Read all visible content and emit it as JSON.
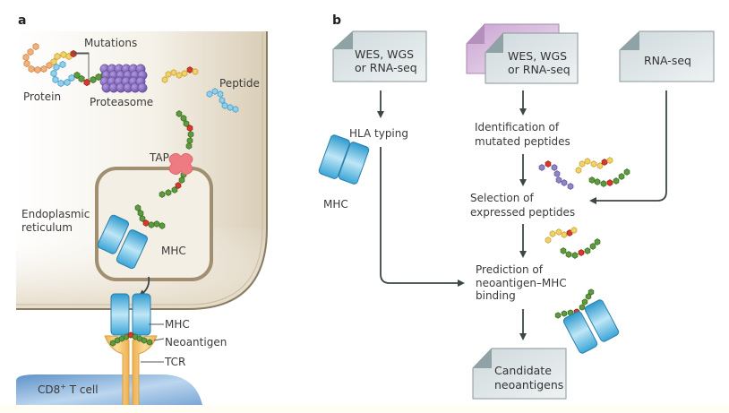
{
  "figure": {
    "panel_a": {
      "letter": "a",
      "labels": {
        "mutations": "Mutations",
        "protein": "Protein",
        "proteasome": "Proteasome",
        "peptide": "Peptide",
        "tap": "TAP",
        "er_line1": "Endoplasmic",
        "er_line2": "reticulum",
        "mhc_inner": "MHC",
        "mhc_surface": "MHC",
        "neoantigen": "Neoantigen",
        "tcr": "TCR",
        "tcell_prefix": "CD8",
        "tcell_sup": "+",
        "tcell_suffix": " T cell"
      }
    },
    "panel_b": {
      "letter": "b",
      "documents": {
        "doc1_line1": "WES, WGS",
        "doc1_line2": "or RNA-seq",
        "doc2_line1": "WES, WGS",
        "doc2_line2": "or RNA-seq",
        "doc3_line1": "RNA-seq",
        "final_line1": "Candidate",
        "final_line2": "neoantigens"
      },
      "steps": {
        "hla_typing": "HLA typing",
        "mhc": "MHC",
        "identification_1": "Identification of",
        "identification_2": "mutated peptides",
        "selection_1": "Selection of",
        "selection_2": "expressed peptides",
        "prediction_1": "Prediction of",
        "prediction_2": "neoantigen–MHC",
        "prediction_3": "binding"
      }
    },
    "colors": {
      "cell_fill": "#e6dccb",
      "cell_border": "#8a7b63",
      "er_border": "#a08f70",
      "mhc_blue": "#3aa7d6",
      "tcr_orange": "#f5c06a",
      "tcell_blue": "#6f9fd0",
      "tap_red": "#ee7a82",
      "proteasome_purple": "#7b5fb0",
      "mutation_red": "#d9392b",
      "residue_green": "#5e9b3e",
      "residue_yellow": "#f2d264",
      "residue_blue": "#8fd0ef",
      "residue_orange": "#f2b07a",
      "residue_purple": "#8f86c4",
      "doc_fill": "#d8e1e3",
      "doc_back_fill": "#d7b9dc",
      "arrow": "#3c4648"
    }
  }
}
